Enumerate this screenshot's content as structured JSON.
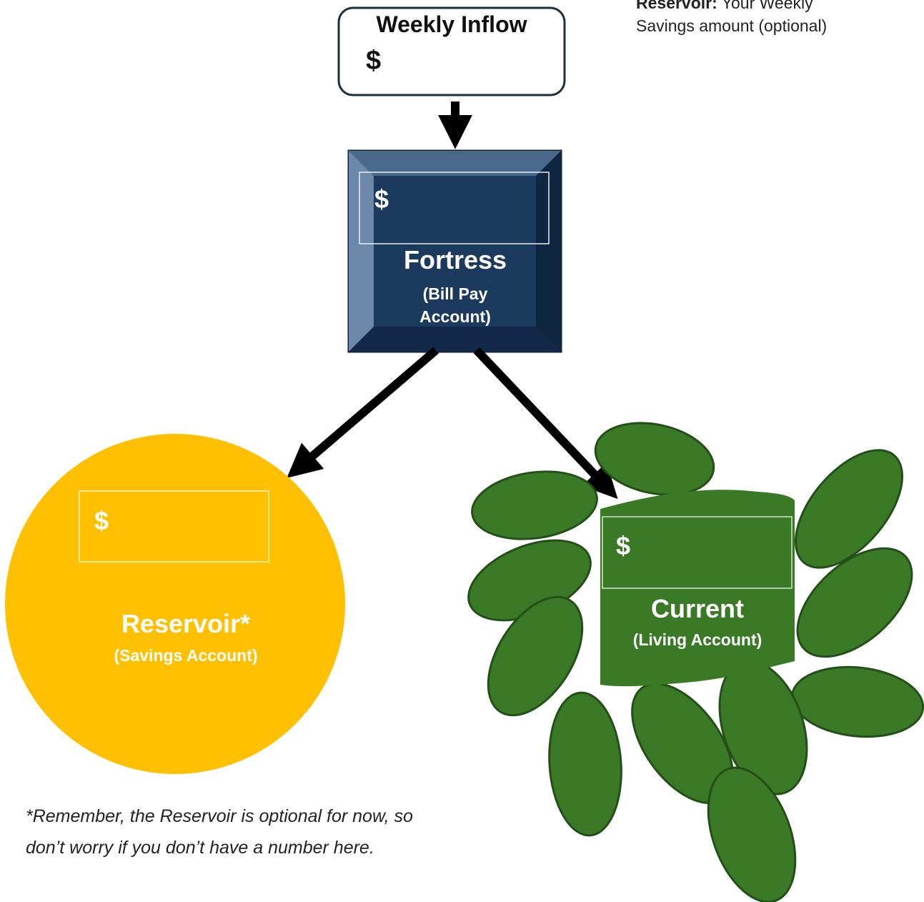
{
  "note": {
    "title_bold": "Reservoir:",
    "title_rest": " Your Weekly",
    "line2": "Savings amount (optional)"
  },
  "inflow": {
    "title": "Weekly Inflow",
    "dollar": "$"
  },
  "fortress": {
    "dollar": "$",
    "title": "Fortress",
    "sub_line1": "(Bill Pay",
    "sub_line2": "Account)",
    "color": "#1b3a5e"
  },
  "reservoir": {
    "dollar": "$",
    "title": "Reservoir*",
    "sub": "(Savings Account)",
    "color": "#fec000"
  },
  "current": {
    "dollar": "$",
    "title": "Current",
    "sub": "(Living Account)",
    "color": "#3a7a26"
  },
  "footnote": {
    "line1": "*Remember, the Reservoir is optional for now, so",
    "line2": "don’t worry if you don’t have a number here."
  }
}
